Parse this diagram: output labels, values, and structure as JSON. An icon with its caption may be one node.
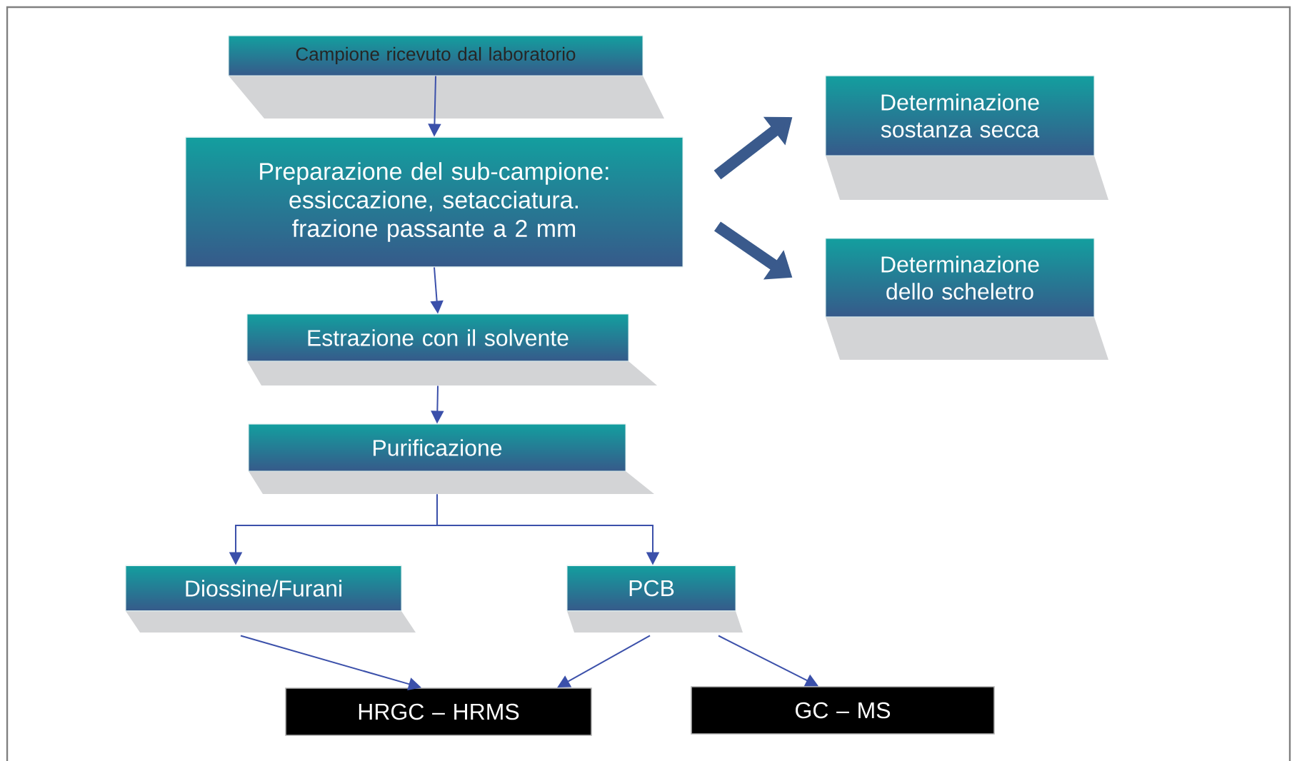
{
  "diagram": {
    "nodes": [
      {
        "text": [
          "Campione ricevuto dal  laboratorio"
        ]
      },
      {
        "text": [
          "Preparazione del sub-campione: essiccazione, setacciatura. frazione passante a 2 mm"
        ]
      },
      {
        "text": [
          "Determinazione sostanza secca"
        ]
      },
      {
        "text": [
          "Determinazione dello scheletro"
        ]
      },
      {
        "text": [
          "Estrazione con il solvente"
        ]
      },
      {
        "text": [
          "Purificazione"
        ]
      },
      {
        "text": [
          "Diossine/Furani"
        ]
      },
      {
        "text": [
          "PCB"
        ]
      },
      {
        "text": [
          "HRGC – HRMS"
        ]
      },
      {
        "text": [
          "GC – MS"
        ]
      }
    ],
    "edges": [
      {
        "from": 0,
        "to": 1,
        "arrow": "to"
      },
      {
        "from": 1,
        "to": 2,
        "arrow": "to",
        "style": "thick"
      },
      {
        "from": 1,
        "to": 3,
        "arrow": "to",
        "style": "thick"
      },
      {
        "from": 1,
        "to": 4,
        "arrow": "to"
      },
      {
        "from": 4,
        "to": 5,
        "arrow": "to"
      },
      {
        "from": 5,
        "to": 6,
        "arrow": "to"
      },
      {
        "from": 5,
        "to": 7,
        "arrow": "to"
      },
      {
        "from": 6,
        "to": 8,
        "arrow": "to"
      },
      {
        "from": 7,
        "to": 8,
        "arrow": "to"
      },
      {
        "from": 7,
        "to": 9,
        "arrow": "to"
      }
    ]
  }
}
